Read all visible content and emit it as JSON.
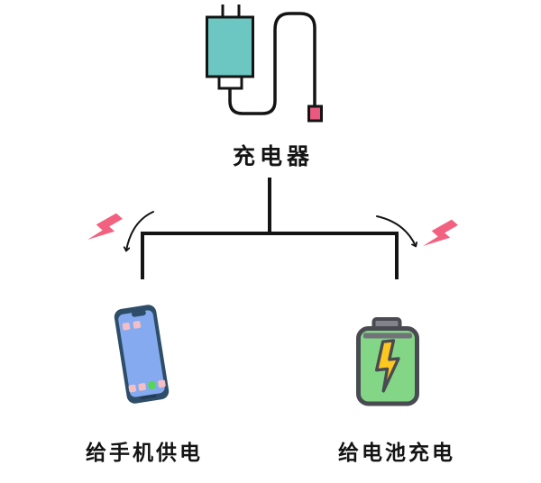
{
  "labels": {
    "charger": "充电器",
    "phone_power": "给手机供电",
    "battery_charge": "给电池充电"
  },
  "icons": {
    "charger": "power-adapter-with-cable",
    "connector": "usb-connector",
    "left_lightning": "pink-lightning-bolt",
    "right_lightning": "pink-lightning-bolt",
    "left_arrow": "curved-arrow-down-left",
    "right_arrow": "curved-arrow-down-right",
    "phone": "smartphone",
    "battery": "battery-with-charging-bolt"
  },
  "colors": {
    "line": "#141414",
    "text": "#141414",
    "charger_body": "#6cc6c1",
    "adapter_neck": "#ffffff",
    "connector_pink": "#ea5a80",
    "lightning_pink": "#f2617f",
    "phone_frame": "#2e4d69",
    "phone_screen": "#85aaf0",
    "phone_icon_pink": "#f3bec4",
    "phone_icon_green": "#55d655",
    "phone_home_bar": "#223a52",
    "battery_border": "#4a4a52",
    "battery_fill": "#84d687",
    "battery_cap": "#83838b",
    "battery_top_strip": "#72727a",
    "bolt_yellow": "#fcc71f"
  }
}
